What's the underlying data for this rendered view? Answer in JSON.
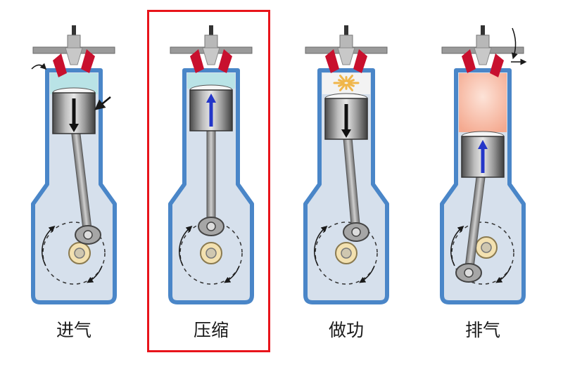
{
  "title": "",
  "stages": [
    {
      "id": "intake",
      "label": "进气",
      "piston_dir": "down",
      "highlighted": false
    },
    {
      "id": "compression",
      "label": "压缩",
      "piston_dir": "up",
      "highlighted": true
    },
    {
      "id": "power",
      "label": "做功",
      "piston_dir": "down",
      "highlighted": false
    },
    {
      "id": "exhaust",
      "label": "排气",
      "piston_dir": "up",
      "highlighted": false
    }
  ],
  "colors": {
    "cylinder_outline": "#4a86c8",
    "cylinder_fill": "#d6e0ec",
    "intake_charge": "#b9e3e6",
    "exhaust_gas": "#f7c4b4",
    "valve": "#c8102e",
    "piston": "#5a5a5a",
    "highlight": "#e8141b",
    "arrow_up": "#2436c8"
  }
}
